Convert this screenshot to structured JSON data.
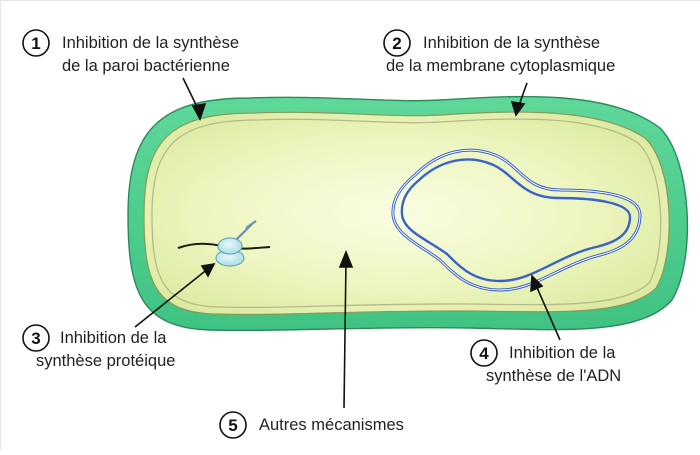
{
  "labels": [
    {
      "number": "1",
      "line1": "Inhibition de la synthèse",
      "line2": "de la paroi bactérienne"
    },
    {
      "number": "2",
      "line1": "Inhibition de la synthèse",
      "line2": "de la membrane cytoplasmique"
    },
    {
      "number": "3",
      "line1": "Inhibition de la",
      "line2": "synthèse protéique"
    },
    {
      "number": "4",
      "line1": "Inhibition de la",
      "line2": "synthèse de l'ADN"
    },
    {
      "number": "5",
      "line1": "Autres mécanismes",
      "line2": ""
    }
  ],
  "colors": {
    "cell_wall": "#4ed08c",
    "cytoplasm": "#e8f3b4",
    "cytoplasm_center": "#f7fbd9",
    "membrane_line": "#a8b27a",
    "dna": "#3a62c8",
    "ribosome": "#b6e6ee",
    "text": "#222222"
  }
}
